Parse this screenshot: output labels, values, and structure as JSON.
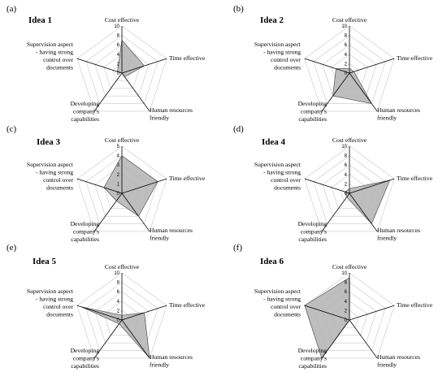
{
  "chart_data": [
    {
      "type": "radar",
      "panel": "(a)",
      "title": "Idea 1",
      "axes": [
        "Cost effective",
        "Time effective",
        "Human resources friendly",
        "Developing company's capabilities",
        "Supervision aspect - having strong control over documents"
      ],
      "axis_label_lines": [
        [
          "Cost effective"
        ],
        [
          "Time effective"
        ],
        [
          "Human resources",
          "friendly"
        ],
        [
          "Developing",
          "company's",
          "capabilities"
        ],
        [
          "Supervision aspect",
          "- having strong",
          "control over",
          "documents"
        ]
      ],
      "r_ticks": [
        0,
        2,
        4,
        6,
        8,
        10
      ],
      "rmax": 10,
      "values": [
        7,
        5,
        1,
        0,
        1
      ]
    },
    {
      "type": "radar",
      "panel": "(b)",
      "title": "Idea 2",
      "axes": [
        "Cost effective",
        "Time effective",
        "Human resources friendly",
        "Developing company's capabilities",
        "Supervision aspect - having strong control over documents"
      ],
      "axis_label_lines": [
        [
          "Cost effective"
        ],
        [
          "Time effective"
        ],
        [
          "Human resources",
          "friendly"
        ],
        [
          "Developing",
          "company's",
          "capabilities"
        ],
        [
          "Supervision aspect",
          "- having strong",
          "control over",
          "documents"
        ]
      ],
      "r_ticks": [
        0,
        2,
        4,
        6,
        8,
        10
      ],
      "rmax": 10,
      "values": [
        1,
        1,
        8,
        6,
        3
      ]
    },
    {
      "type": "radar",
      "panel": "(c)",
      "title": "Idea 3",
      "axes": [
        "Cost effective",
        "Time effective",
        "Human resources friendly",
        "Developing company's capabilities",
        "Supervision aspect - having strong control over documents"
      ],
      "axis_label_lines": [
        [
          "Cost effective"
        ],
        [
          "Time effective"
        ],
        [
          "Human resources",
          "friendly"
        ],
        [
          "Developing",
          "company's",
          "capabilities"
        ],
        [
          "Supervision aspect",
          "- having strong",
          "control over",
          "documents"
        ]
      ],
      "r_ticks": [
        0,
        1,
        2,
        3,
        4,
        5
      ],
      "rmax": 5,
      "values": [
        4,
        4,
        3,
        1,
        2
      ]
    },
    {
      "type": "radar",
      "panel": "(d)",
      "title": "Idea 4",
      "axes": [
        "Cost effective",
        "Time effective",
        "Human resources friendly",
        "Developing company's capabilities",
        "Supervision aspect - having strong control over documents"
      ],
      "axis_label_lines": [
        [
          "Cost effective"
        ],
        [
          "Time effective"
        ],
        [
          "Human resources",
          "friendly"
        ],
        [
          "Developing",
          "company's",
          "capabilities"
        ],
        [
          "Supervision aspect",
          "- having strong",
          "control over",
          "documents"
        ]
      ],
      "r_ticks": [
        0,
        2,
        4,
        6,
        8,
        10
      ],
      "rmax": 10,
      "values": [
        1,
        9,
        8,
        1,
        1
      ]
    },
    {
      "type": "radar",
      "panel": "(e)",
      "title": "Idea 5",
      "axes": [
        "Cost effective",
        "Time effective",
        "Human resources friendly",
        "Developing company's capabilities",
        "Supervision aspect - having strong control over documents"
      ],
      "axis_label_lines": [
        [
          "Cost effective"
        ],
        [
          "Time effective"
        ],
        [
          "Human resources",
          "friendly"
        ],
        [
          "Developing",
          "company's",
          "capabilities"
        ],
        [
          "Supervision aspect",
          "- having strong",
          "control over",
          "documents"
        ]
      ],
      "r_ticks": [
        0,
        2,
        4,
        6,
        8,
        10
      ],
      "rmax": 10,
      "values": [
        1,
        5,
        10,
        1,
        9
      ]
    },
    {
      "type": "radar",
      "panel": "(f)",
      "title": "Idea 6",
      "axes": [
        "Cost effective",
        "Time effective",
        "Human resources friendly",
        "Developing company's capabilities",
        "Supervision aspect - having strong control over documents"
      ],
      "axis_label_lines": [
        [
          "Cost effective"
        ],
        [
          "Time effective"
        ],
        [
          "Human resources",
          "friendly"
        ],
        [
          "Developing",
          "company's",
          "capabilities"
        ],
        [
          "Supervision aspect",
          "- having strong",
          "control over",
          "documents"
        ]
      ],
      "r_ticks": [
        0,
        2,
        4,
        6,
        8,
        10
      ],
      "rmax": 10,
      "values": [
        9,
        0,
        0,
        10,
        10
      ]
    }
  ]
}
